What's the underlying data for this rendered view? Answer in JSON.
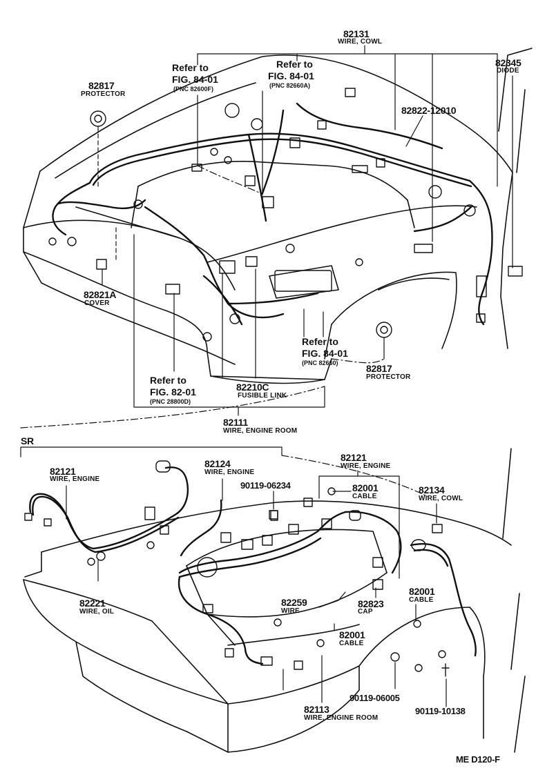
{
  "sheet_code": "ME  D120-F",
  "upper": {
    "parts": [
      {
        "id": "82131",
        "name": "WIRE, COWL"
      },
      {
        "id": "82345",
        "name": "DIODE"
      },
      {
        "id": "82817",
        "name": "PROTECTOR"
      },
      {
        "id": "82822-12010"
      },
      {
        "id": "82821A",
        "name": "COVER"
      },
      {
        "id": "82817",
        "name": "PROTECTOR"
      },
      {
        "id": "82210C",
        "name": "FUSIBLE LINK"
      },
      {
        "id": "82111",
        "name": "WIRE, ENGINE ROOM"
      }
    ],
    "refs": [
      {
        "refer": "Refer to",
        "fig": "FIG. 84-01",
        "pnc": "(PNC 82600F)"
      },
      {
        "refer": "Refer to",
        "fig": "FIG. 84-01",
        "pnc": "(PNC 82660A)"
      },
      {
        "refer": "Refer to",
        "fig": "FIG. 84-01",
        "pnc": "(PNC 82660)"
      },
      {
        "refer": "Refer to",
        "fig": "FIG. 82-01",
        "pnc": "(PNC 28800D)"
      }
    ]
  },
  "lower": {
    "section": "SR",
    "parts": [
      {
        "id": "82121",
        "name": "WIRE, ENGINE"
      },
      {
        "id": "82124",
        "name": "WIRE, ENGINE"
      },
      {
        "id": "90119-06234"
      },
      {
        "id": "82121",
        "name": "WIRE, ENGINE"
      },
      {
        "id": "82001",
        "name": "CABLE"
      },
      {
        "id": "82134",
        "name": "WIRE, COWL"
      },
      {
        "id": "82221",
        "name": "WIRE, OIL"
      },
      {
        "id": "82259",
        "name": "WIRE"
      },
      {
        "id": "82823",
        "name": "CAP"
      },
      {
        "id": "82001",
        "name": "CABLE"
      },
      {
        "id": "82001",
        "name": "CABLE"
      },
      {
        "id": "90119-06005"
      },
      {
        "id": "90119-10138"
      },
      {
        "id": "82113",
        "name": "WIRE, ENGINE ROOM"
      }
    ]
  }
}
